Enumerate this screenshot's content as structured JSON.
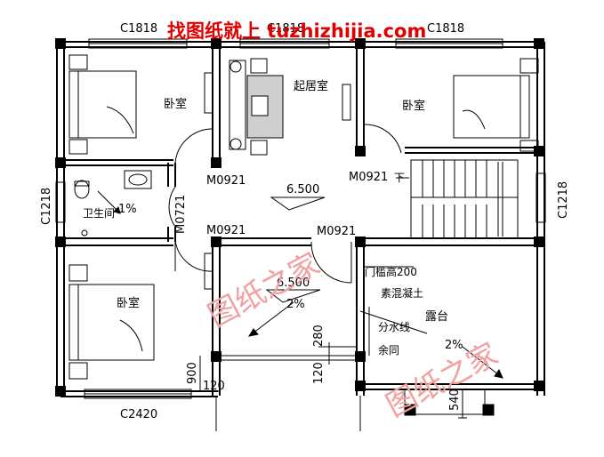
{
  "watermark_top": "找图纸就上 tuzhizhijia.com",
  "watermark_diag_1": "图纸之家",
  "watermark_diag_2": "图纸之家",
  "window_labels": {
    "top_left": "C1818",
    "top_mid": "C1818",
    "top_right": "C1818",
    "left": "C1218",
    "right": "C1218",
    "bottom": "C2420"
  },
  "door_labels": {
    "bedroom_left": "M0921",
    "bedroom_right": "M0921",
    "bathroom": "M0721",
    "hall_left": "M0921",
    "terrace": "M0921"
  },
  "rooms": {
    "bedroom_tl": "卧室",
    "living": "起居室",
    "bedroom_tr": "卧室",
    "bathroom": "卫生间",
    "bedroom_bl": "卧室",
    "terrace": "露台"
  },
  "elevations": {
    "main": "6.500",
    "lower": "6.500"
  },
  "slopes": {
    "bathroom": "1%",
    "hall": "2%",
    "terrace": "2%"
  },
  "notes": {
    "stair_down": "下",
    "threshold": "门槛高200",
    "concrete": "素混凝土",
    "waterline": "分水线",
    "same": "余同"
  },
  "dimensions": {
    "d280": "280",
    "d120_v": "120",
    "d900": "900",
    "d120_h": "120",
    "d540": "540"
  }
}
